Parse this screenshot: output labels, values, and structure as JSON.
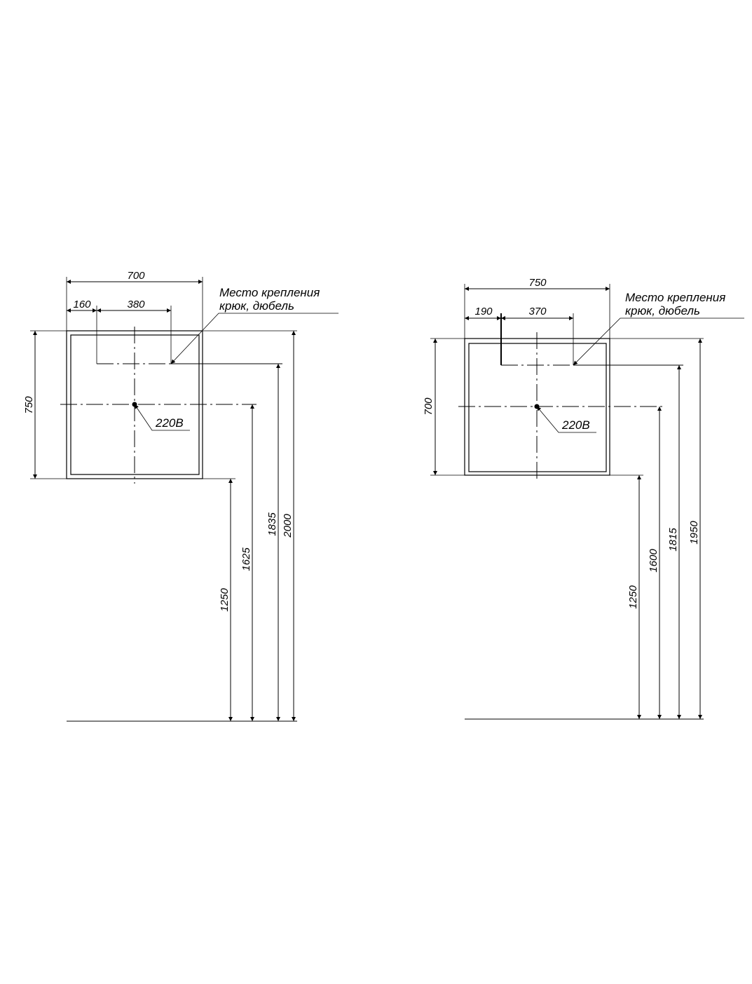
{
  "drawings": [
    {
      "width": "700",
      "left_offset": "160",
      "hook_span": "380",
      "height": "750",
      "mount_note_line1": "Место крепления",
      "mount_note_line2": "крюк, дюбель",
      "power": "220В",
      "bottom_height": "1250",
      "socket_height": "1625",
      "hook_height": "1835",
      "top_height": "2000"
    },
    {
      "width": "750",
      "left_offset": "190",
      "hook_span": "370",
      "height": "700",
      "mount_note_line1": "Место крепления",
      "mount_note_line2": "крюк, дюбель",
      "power": "220В",
      "bottom_height": "1250",
      "socket_height": "1600",
      "hook_height": "1815",
      "top_height": "1950"
    }
  ]
}
